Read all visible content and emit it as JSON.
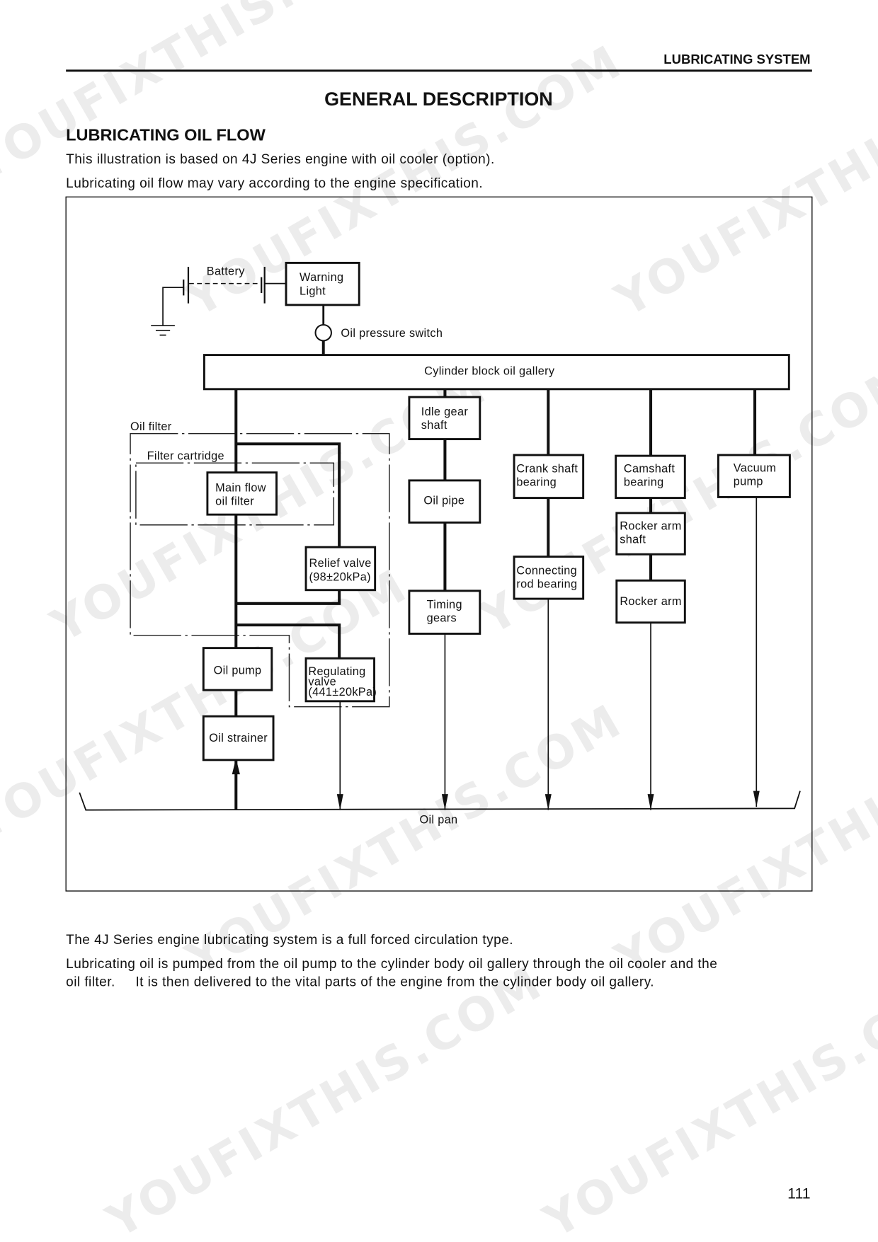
{
  "header": {
    "section": "LUBRICATING SYSTEM"
  },
  "title": "GENERAL DESCRIPTION",
  "subtitle": "LUBRICATING OIL FLOW",
  "intro": [
    "This illustration is based on 4J Series engine with oil cooler (option).",
    "Lubricating oil flow may vary according to the engine specification."
  ],
  "diagram": {
    "battery": "Battery",
    "warning_light": [
      "Warning",
      "Light"
    ],
    "oil_pressure_switch": "Oil pressure switch",
    "gallery": "Cylinder block oil gallery",
    "oil_filter": "Oil filter",
    "filter_cartridge": "Filter cartridge",
    "main_flow_filter": [
      "Main flow",
      "oil filter"
    ],
    "relief_valve": [
      "Relief valve",
      "(98±20kPa)"
    ],
    "regulating_valve": [
      "Regulating",
      "valve",
      "(441±20kPa)"
    ],
    "oil_pump": "Oil pump",
    "oil_strainer": "Oil strainer",
    "idle_gear_shaft": [
      "Idle gear",
      "shaft"
    ],
    "oil_pipe": "Oil pipe",
    "timing_gears": [
      "Timing",
      "gears"
    ],
    "crank_shaft_bearing": [
      "Crank shaft",
      "bearing"
    ],
    "connecting_rod_bearing": [
      "Connecting",
      "rod bearing"
    ],
    "camshaft_bearing": [
      "Camshaft",
      "bearing"
    ],
    "rocker_arm_shaft": [
      "Rocker arm",
      "shaft"
    ],
    "rocker_arm": "Rocker arm",
    "vacuum_pump": [
      "Vacuum",
      "pump"
    ],
    "oil_pan": "Oil pan"
  },
  "body": [
    "The 4J Series engine lubricating system is a full forced circulation type.",
    "Lubricating oil is pumped from the oil pump to the cylinder body oil gallery through the oil cooler and the",
    "oil filter.     It is then delivered to the vital parts of the engine from the cylinder body oil gallery."
  ],
  "page_number": "111",
  "watermark": "YOUFIXTHIS.COM"
}
